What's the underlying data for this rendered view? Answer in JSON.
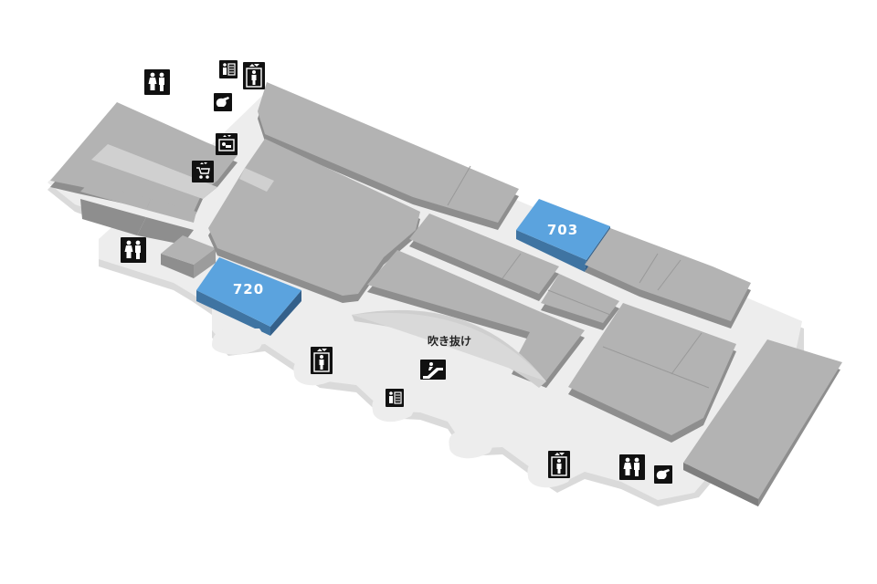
{
  "map": {
    "highlighted_stores": [
      {
        "id": "703",
        "color": "#5BA3DE"
      },
      {
        "id": "720",
        "color": "#5BA3DE"
      }
    ],
    "void_label": "吹き抜け",
    "colors": {
      "floor": "#EDEDED",
      "block_top": "#B3B3B3",
      "block_side": "#8E8E8E",
      "highlight": "#5BA3DE",
      "highlight_side": "#3F74A2",
      "icon": "#111111"
    },
    "icons": [
      "restroom-icon",
      "diaper-change-icon",
      "elevator-icon",
      "nursing-room-icon",
      "baby-changing-icon",
      "baby-stroller-icon",
      "restroom-icon",
      "elevator-icon",
      "escalator-icon",
      "diaper-change-icon",
      "elevator-icon",
      "restroom-icon",
      "nursing-room-icon"
    ]
  }
}
